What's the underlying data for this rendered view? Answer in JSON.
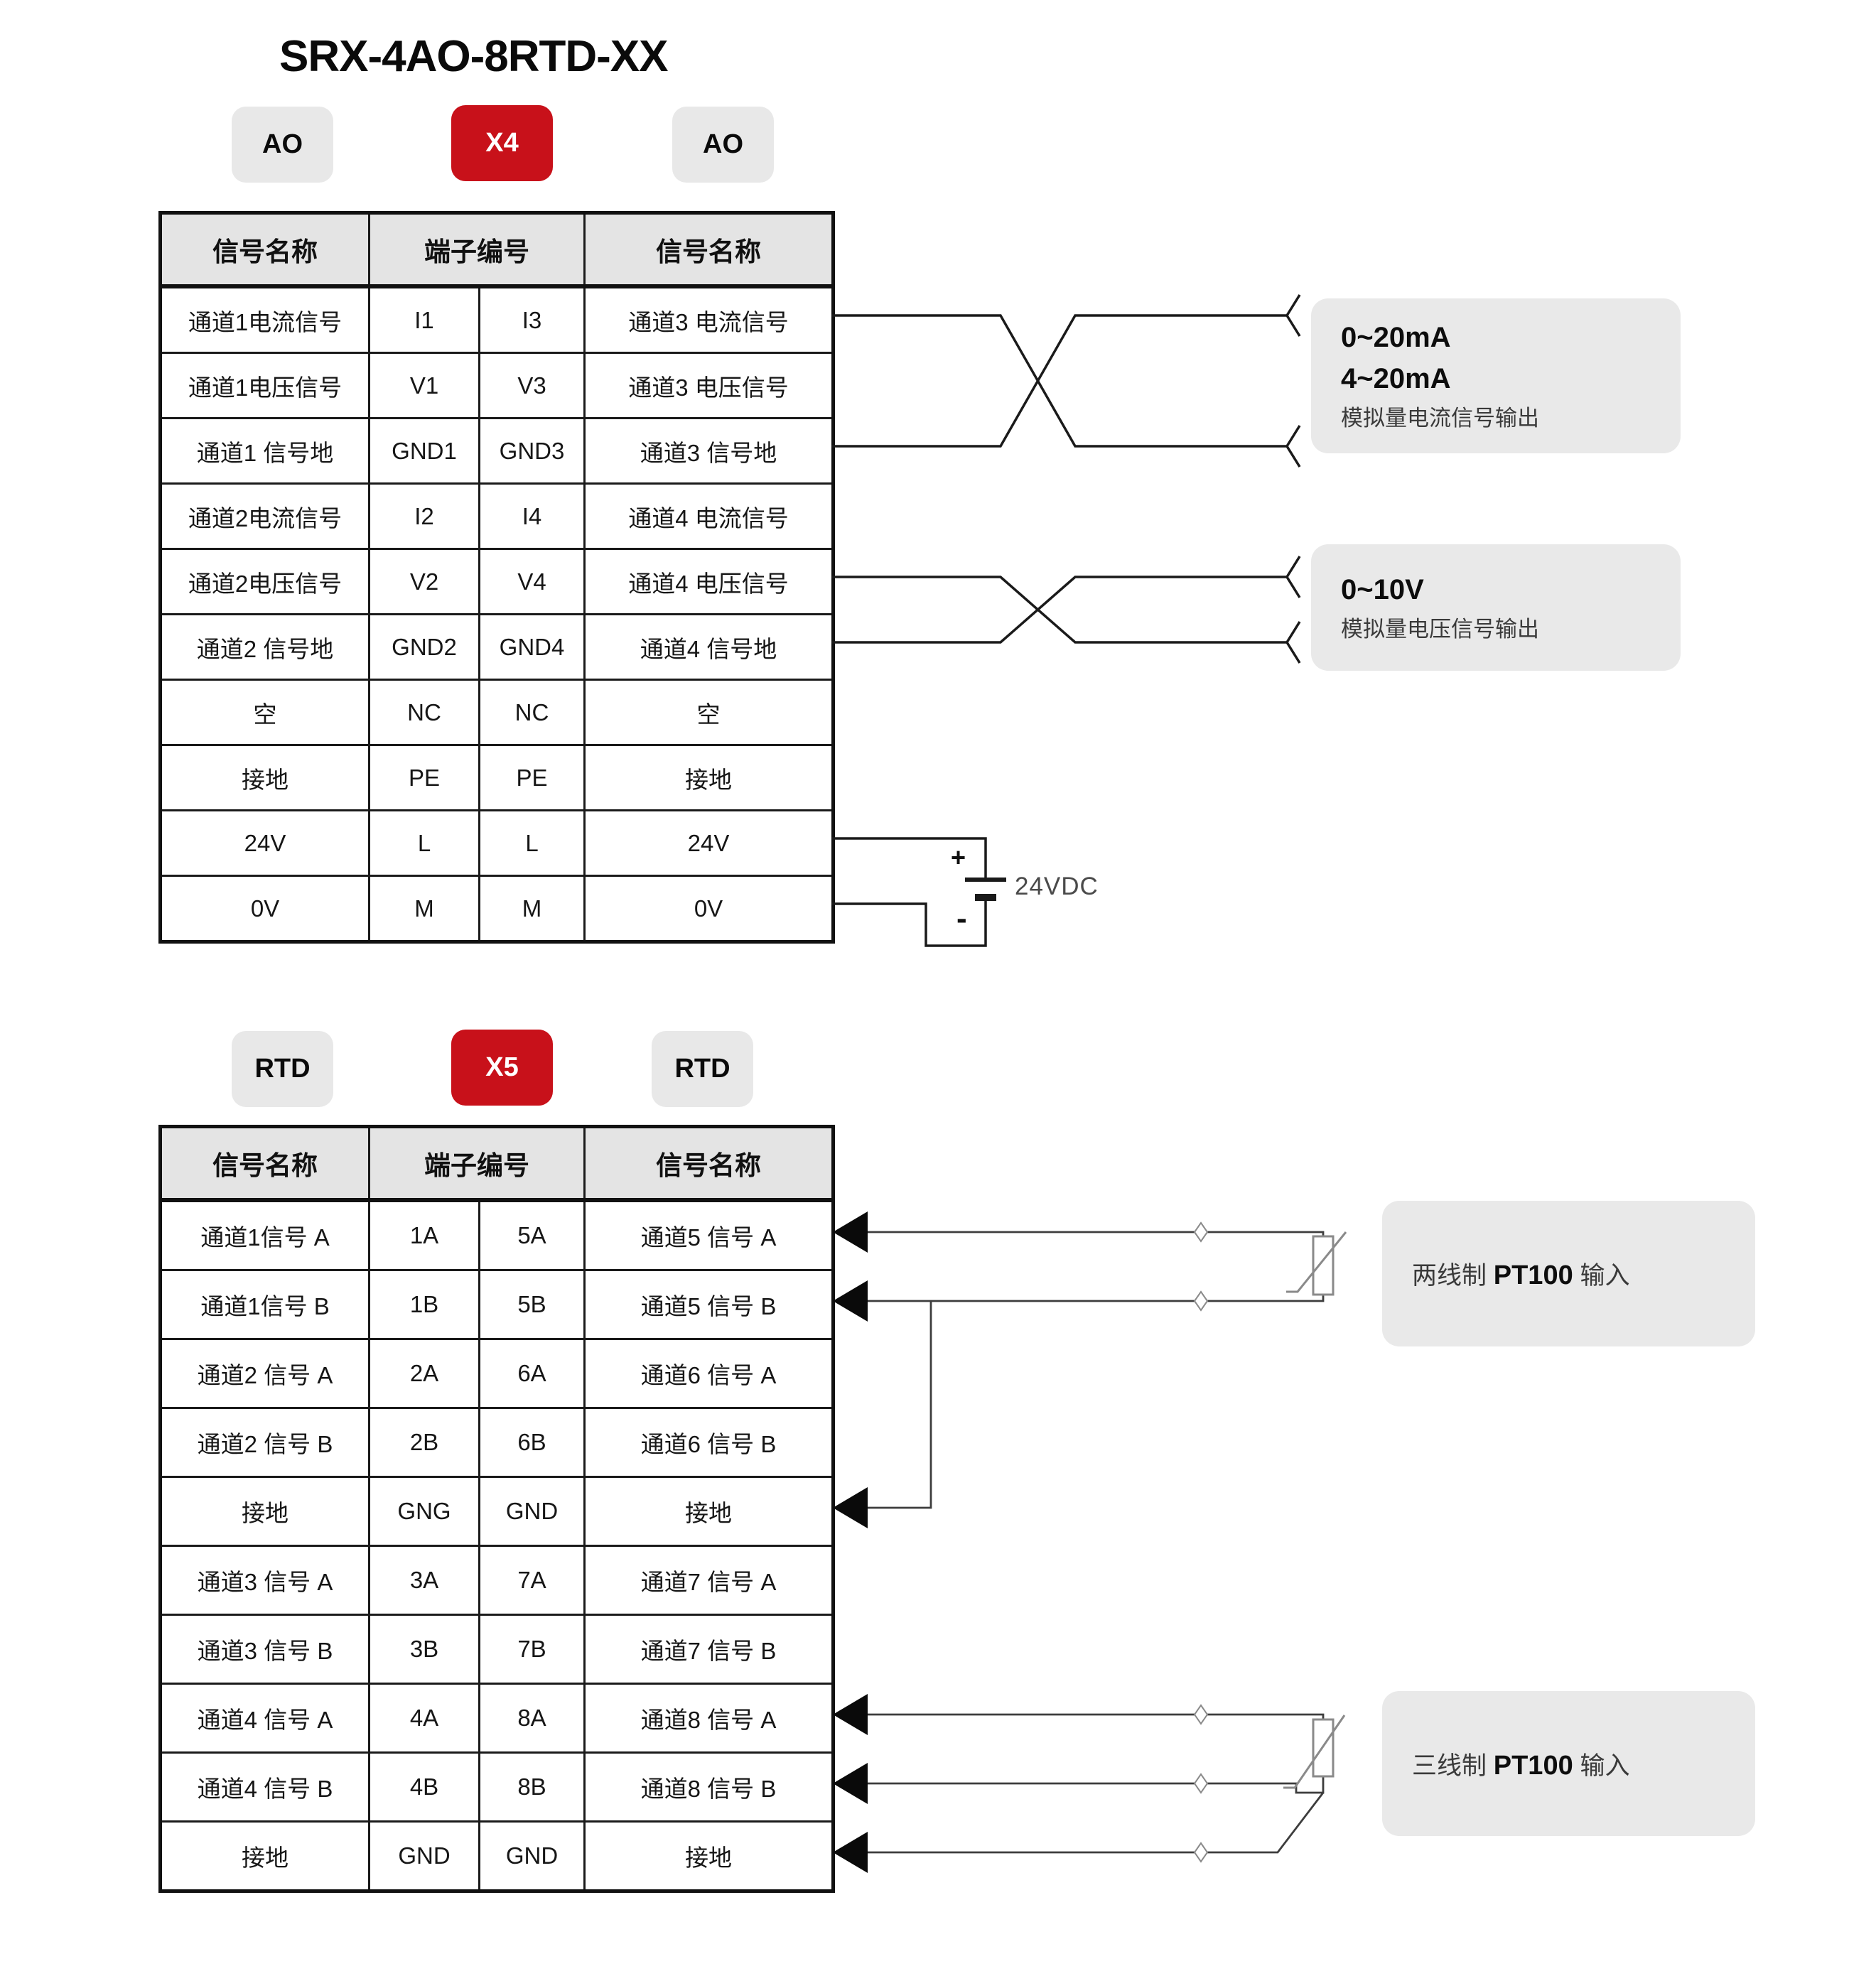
{
  "title": "SRX-4AO-8RTD-XX",
  "colors": {
    "accent_red": "#c8111a",
    "badge_gray": "#e8e8e8",
    "header_gray": "#e4e4e4",
    "box_gray": "#e9e9e9",
    "wire_black": "#1a1a1a",
    "wire_gray": "#3d3d3d",
    "symbol_gray": "#8a8a8a"
  },
  "ao_section": {
    "badges": [
      {
        "label": "AO",
        "variant": "gray"
      },
      {
        "label": "X4",
        "variant": "red"
      },
      {
        "label": "AO",
        "variant": "gray"
      }
    ],
    "table": {
      "headers": [
        "信号名称",
        "端子编号",
        "信号名称"
      ],
      "rows": [
        [
          "通道1电流信号",
          "I1",
          "I3",
          "通道3 电流信号"
        ],
        [
          "通道1电压信号",
          "V1",
          "V3",
          "通道3 电压信号"
        ],
        [
          "通道1 信号地",
          "GND1",
          "GND3",
          "通道3 信号地"
        ],
        [
          "通道2电流信号",
          "I2",
          "I4",
          "通道4 电流信号"
        ],
        [
          "通道2电压信号",
          "V2",
          "V4",
          "通道4 电压信号"
        ],
        [
          "通道2 信号地",
          "GND2",
          "GND4",
          "通道4 信号地"
        ],
        [
          "空",
          "NC",
          "NC",
          "空"
        ],
        [
          "接地",
          "PE",
          "PE",
          "接地"
        ],
        [
          "24V",
          "L",
          "L",
          "24V"
        ],
        [
          "0V",
          "M",
          "M",
          "0V"
        ]
      ]
    },
    "current_output_note": {
      "line1": "0~20mA",
      "line2": "4~20mA",
      "line3": "模拟量电流信号输出"
    },
    "voltage_output_note": {
      "line1": "0~10V",
      "line2": "模拟量电压信号输出"
    },
    "power": {
      "label": "24VDC",
      "plus": "+",
      "minus": "-"
    }
  },
  "rtd_section": {
    "badges": [
      {
        "label": "RTD",
        "variant": "gray"
      },
      {
        "label": "X5",
        "variant": "red"
      },
      {
        "label": "RTD",
        "variant": "gray"
      }
    ],
    "table": {
      "headers": [
        "信号名称",
        "端子编号",
        "信号名称"
      ],
      "rows": [
        [
          "通道1信号 A",
          "1A",
          "5A",
          "通道5 信号 A"
        ],
        [
          "通道1信号 B",
          "1B",
          "5B",
          "通道5 信号 B"
        ],
        [
          "通道2 信号 A",
          "2A",
          "6A",
          "通道6 信号 A"
        ],
        [
          "通道2 信号 B",
          "2B",
          "6B",
          "通道6 信号 B"
        ],
        [
          "接地",
          "GNG",
          "GND",
          "接地"
        ],
        [
          "通道3 信号 A",
          "3A",
          "7A",
          "通道7 信号 A"
        ],
        [
          "通道3 信号 B",
          "3B",
          "7B",
          "通道7 信号 B"
        ],
        [
          "通道4 信号 A",
          "4A",
          "8A",
          "通道8 信号 A"
        ],
        [
          "通道4 信号 B",
          "4B",
          "8B",
          "通道8 信号 B"
        ],
        [
          "接地",
          "GND",
          "GND",
          "接地"
        ]
      ]
    },
    "two_wire_note": {
      "prefix": "两线制",
      "code": "PT100",
      "suffix": "输入"
    },
    "three_wire_note": {
      "prefix": "三线制",
      "code": "PT100",
      "suffix": "输入"
    }
  }
}
